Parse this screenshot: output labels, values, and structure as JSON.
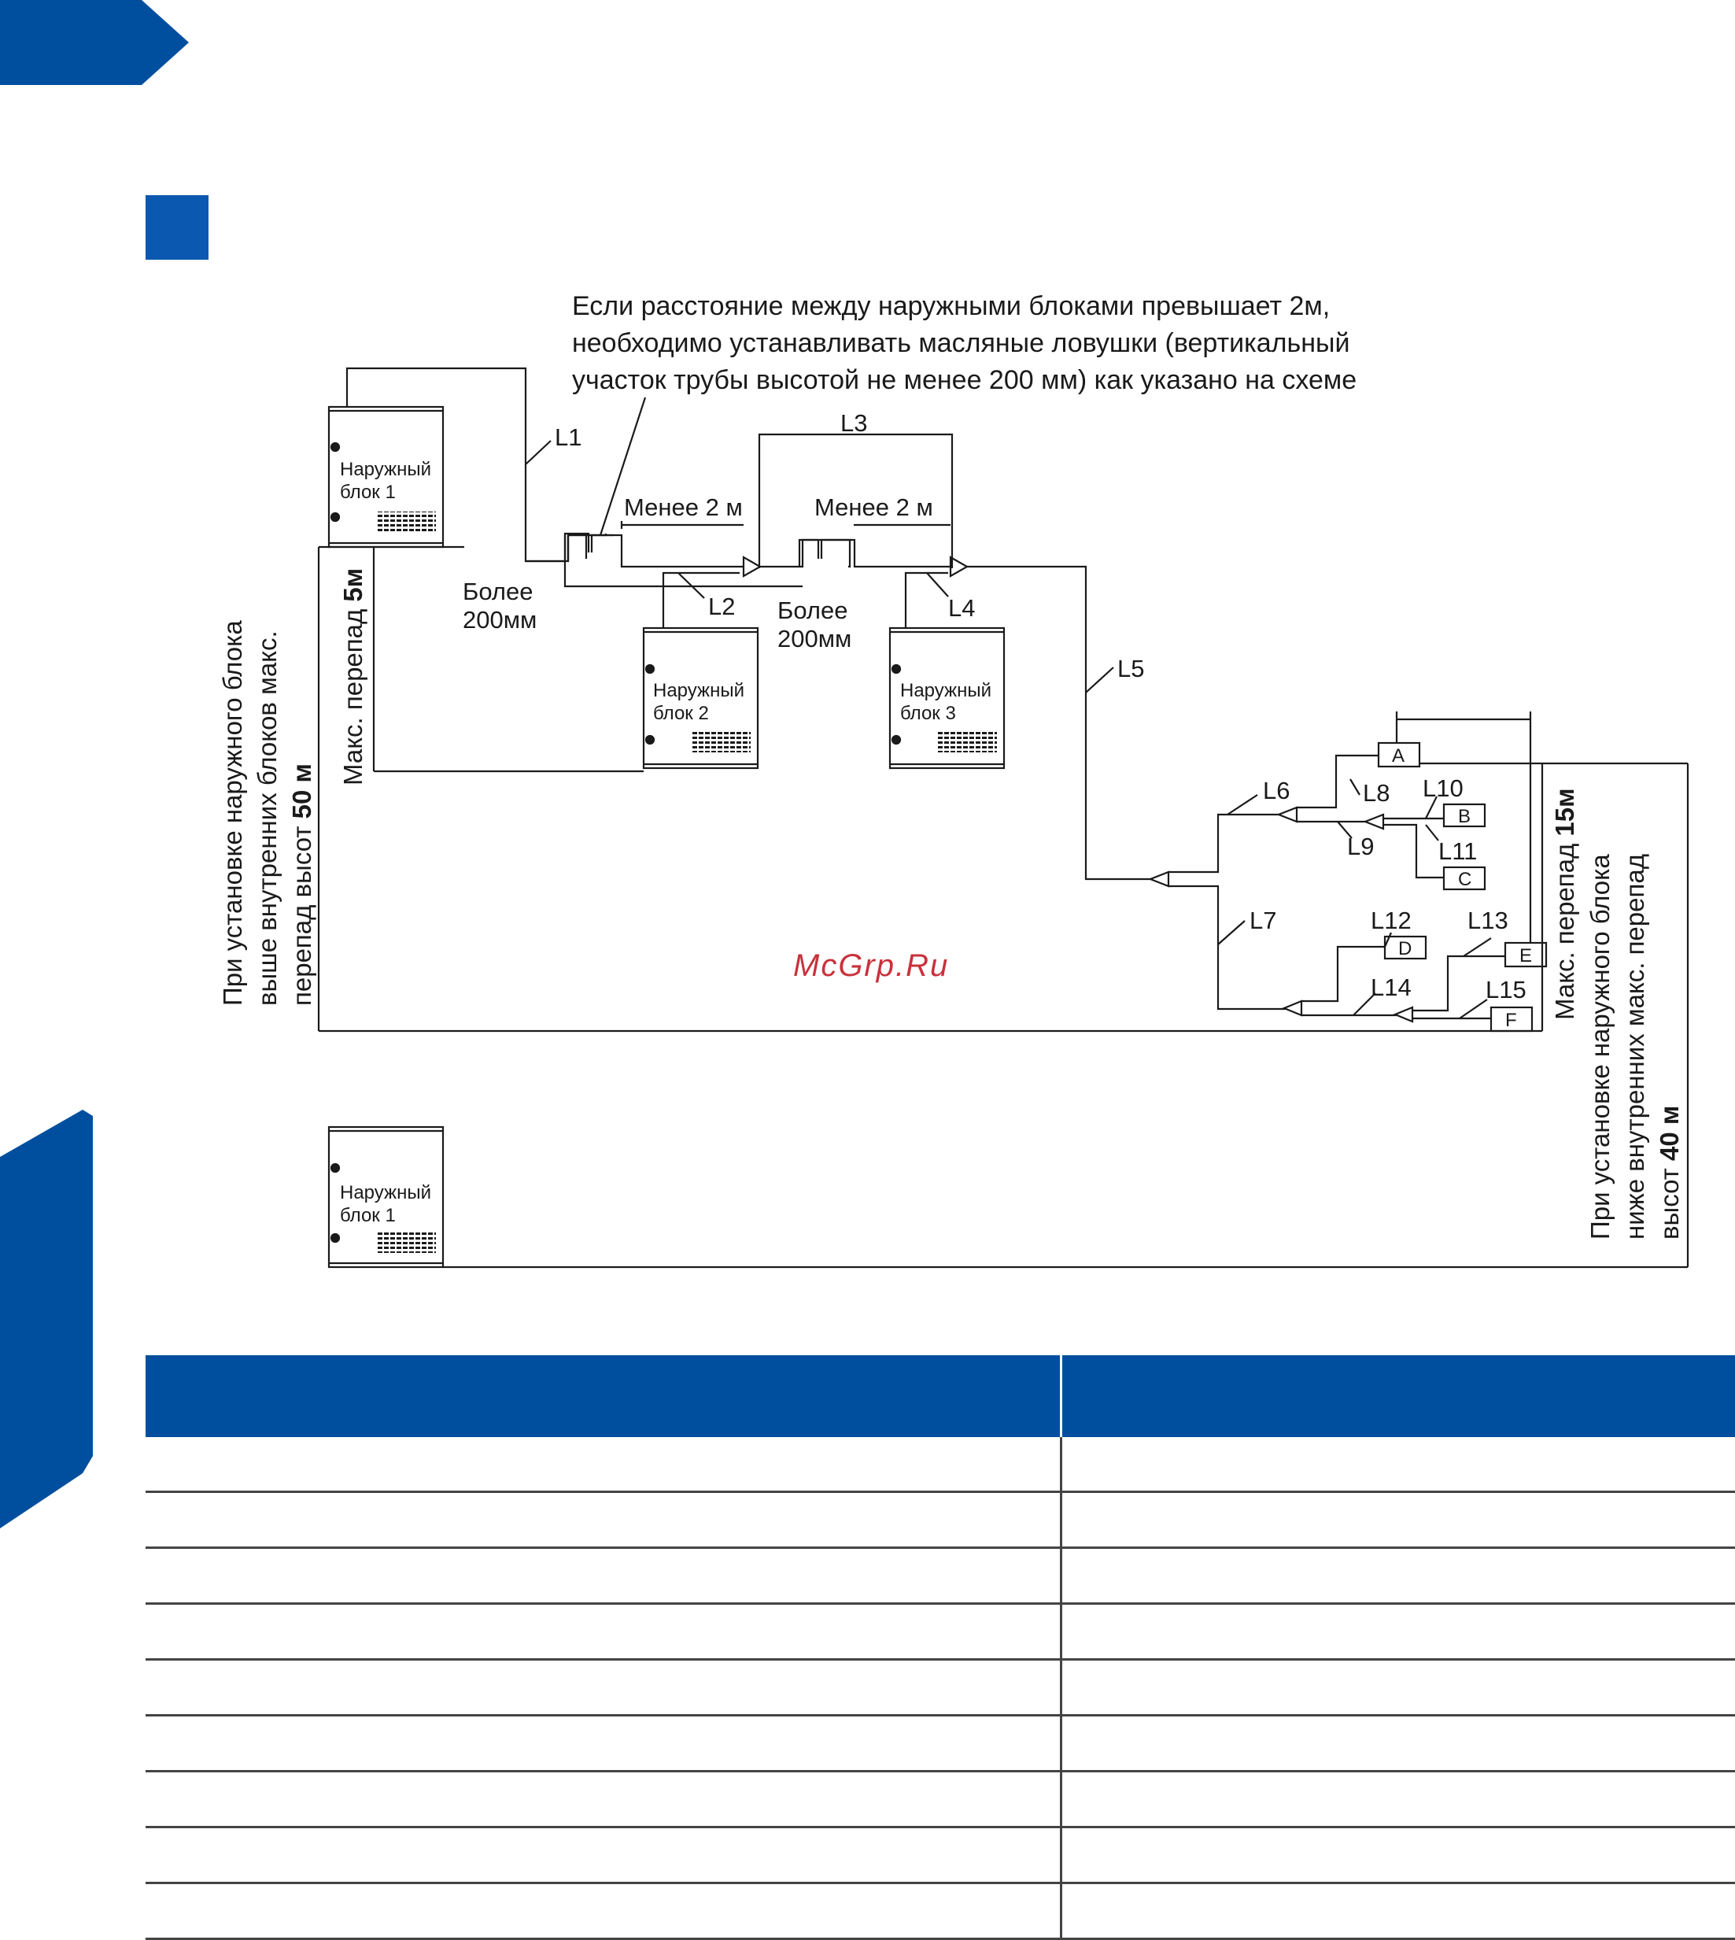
{
  "brand_color": "#004f9f",
  "decor": {
    "header_tab": "header-tab-shape",
    "section_marker": "section-marker-square",
    "side_tab": "side-tab-shape"
  },
  "diagram": {
    "note_lines": [
      "Если расстояние между наружными блоками превышает 2м,",
      "необходимо устанавливать масляные ловушки (вертикальный",
      "участок трубы высотой не менее 200 мм) как указано на схеме"
    ],
    "units": {
      "outdoor_1_top": [
        "Наружный",
        "блок 1"
      ],
      "outdoor_2": [
        "Наружный",
        "блок 2"
      ],
      "outdoor_3": [
        "Наружный",
        "блок 3"
      ],
      "outdoor_1_bottom": [
        "Наружный",
        "блок 1"
      ]
    },
    "pipe_labels": {
      "L1": "L1",
      "L2": "L2",
      "L3": "L3",
      "L4": "L4",
      "L5": "L5",
      "L6": "L6",
      "L7": "L7",
      "L8": "L8",
      "L9": "L9",
      "L10": "L10",
      "L11": "L11",
      "L12": "L12",
      "L13": "L13",
      "L14": "L14",
      "L15": "L15"
    },
    "less_2m_1": "Менее 2 м",
    "less_2m_2": "Менее 2 м",
    "more_200_1": [
      "Более",
      "200мм"
    ],
    "more_200_2": [
      "Более",
      "200мм"
    ],
    "indoor_units": {
      "A": "A",
      "B": "B",
      "C": "C",
      "D": "D",
      "E": "E",
      "F": "F"
    },
    "left_rotated": {
      "line1": "При установке наружного блока",
      "line2": "выше внутренних блоков макс.",
      "line3_prefix": "перепад высот ",
      "line3_bold": "50 м"
    },
    "max_5m": {
      "prefix": "Макс. перепад ",
      "bold": "5м"
    },
    "max_15m": {
      "prefix": "Макс. перепад ",
      "bold": "15м"
    },
    "right_rotated": {
      "line1": "При установке наружного блока",
      "line2": "ниже внутренних макс. перепад",
      "line3_prefix": "высот ",
      "line3_bold": "40 м"
    },
    "watermark": "McGrp.Ru"
  },
  "table": {
    "headers": [
      "",
      ""
    ],
    "rows": [
      [
        "",
        ""
      ],
      [
        "",
        ""
      ],
      [
        "",
        ""
      ],
      [
        "",
        ""
      ],
      [
        "",
        ""
      ],
      [
        "",
        ""
      ],
      [
        "",
        ""
      ],
      [
        "",
        ""
      ],
      [
        "",
        ""
      ]
    ]
  }
}
